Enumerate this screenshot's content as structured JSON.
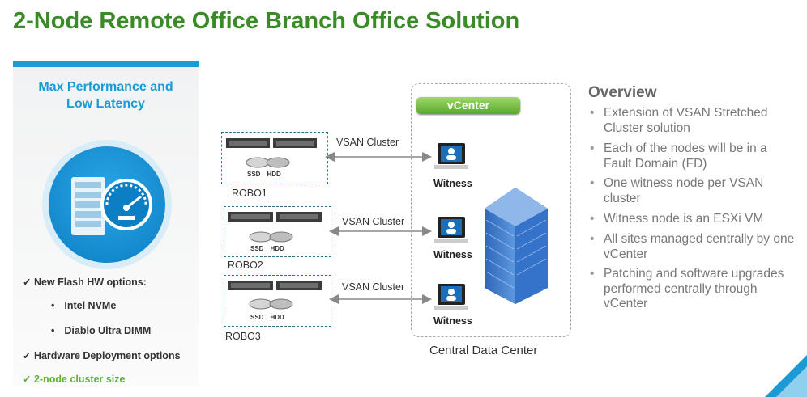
{
  "title": "2-Node Remote Office Branch Office Solution",
  "left_panel": {
    "heading_line1": "Max Performance and",
    "heading_line2": "Low Latency",
    "items": [
      "✓ New Flash HW options:",
      "Intel NVMe",
      "Diablo Ultra DIMM",
      "✓ Hardware Deployment options",
      "✓ 2-node cluster size"
    ],
    "sub_bullet": "•"
  },
  "diagram": {
    "sites": [
      {
        "name": "ROBO1",
        "link": "VSAN Cluster",
        "witness": "Witness",
        "disk_ssd": "SSD",
        "disk_hdd": "HDD"
      },
      {
        "name": "ROBO2",
        "link": "VSAN Cluster",
        "witness": "Witness",
        "disk_ssd": "SSD",
        "disk_hdd": "HDD"
      },
      {
        "name": "ROBO3",
        "link": "VSAN Cluster",
        "witness": "Witness",
        "disk_ssd": "SSD",
        "disk_hdd": "HDD"
      }
    ],
    "vcenter": "vCenter",
    "datacenter_label": "Central Data Center"
  },
  "overview": {
    "title": "Overview",
    "bullet": "•",
    "items": [
      "Extension of VSAN Stretched Cluster solution",
      "Each of the nodes will be in a Fault Domain (FD)",
      "One witness node per VSAN cluster",
      "Witness node is an ESXi VM",
      "All sites managed centrally by one vCenter",
      "Patching and software upgrades performed centrally through vCenter"
    ]
  },
  "colors": {
    "title_green": "#3a8a28",
    "accent_blue": "#1b9ad6",
    "check_green": "#5fb233"
  }
}
